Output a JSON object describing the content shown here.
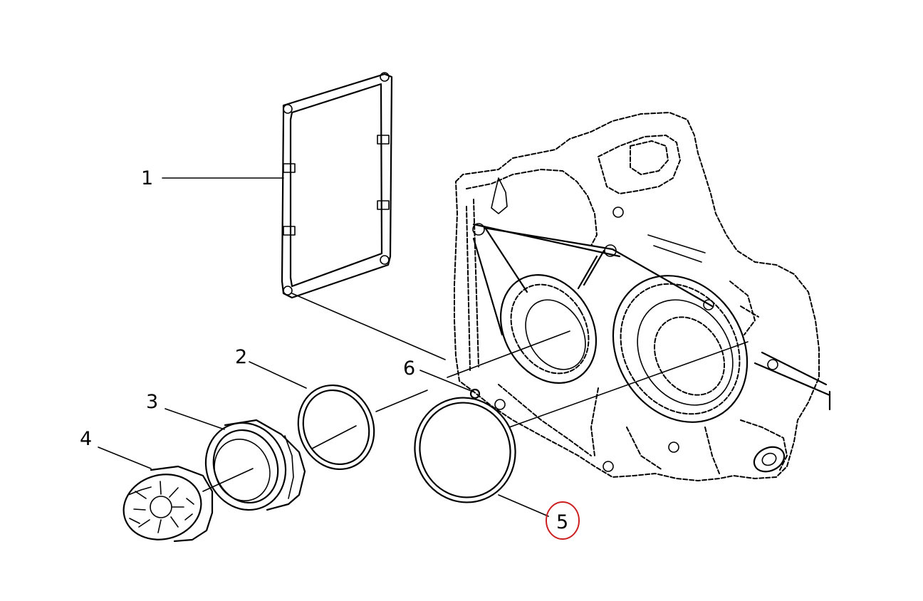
{
  "callouts": [
    {
      "id": "1",
      "label": "1"
    },
    {
      "id": "2",
      "label": "2"
    },
    {
      "id": "3",
      "label": "3"
    },
    {
      "id": "4",
      "label": "4"
    },
    {
      "id": "5",
      "label": "5"
    },
    {
      "id": "6",
      "label": "6"
    }
  ],
  "highlight": {
    "callout": "5",
    "color": "#cc1f1f"
  }
}
